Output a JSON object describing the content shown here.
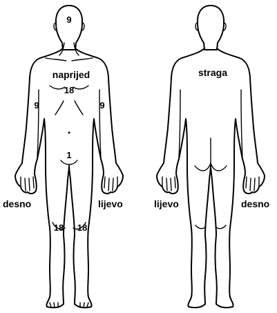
{
  "front_view": {
    "title": "naprijed",
    "head_value": "9",
    "chest_value": "18",
    "right_arm_value": "9",
    "left_arm_value": "9",
    "groin_value": "1",
    "right_leg_value": "18",
    "left_leg_value": "18",
    "right_side_label": "desno",
    "left_side_label": "lijevo"
  },
  "back_view": {
    "title": "straga",
    "left_side_label": "lijevo",
    "right_side_label": "desno"
  },
  "colors": {
    "outline": "#000000",
    "background": "#ffffff"
  }
}
